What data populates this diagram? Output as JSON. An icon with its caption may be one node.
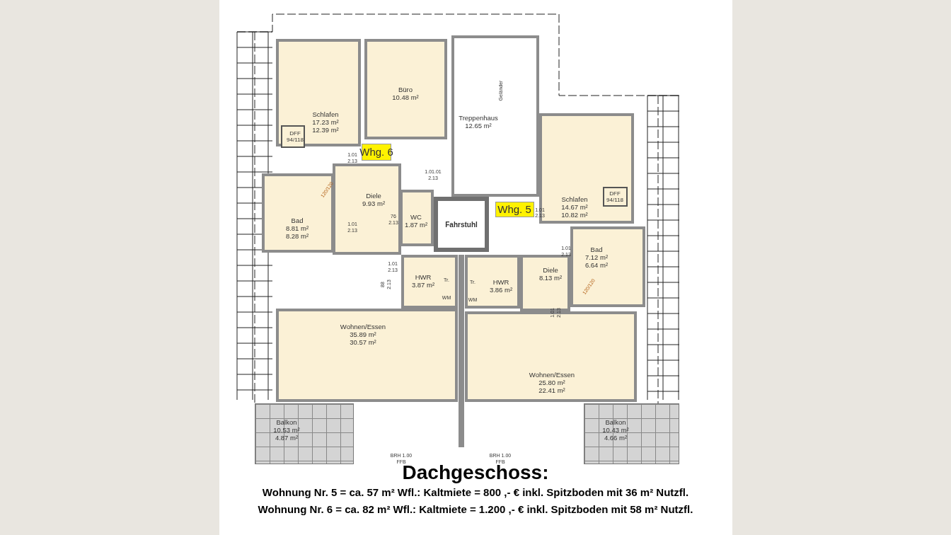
{
  "diagram": {
    "title": "Dachgeschoss:",
    "nodes": [
      {
        "text": [
          "Schlafen",
          "17.23 m²",
          "12.39 m²"
        ]
      },
      {
        "text": [
          "DFF 94/118"
        ],
        "in": 0
      },
      {
        "text": [
          "Büro",
          "10.48 m²"
        ]
      },
      {
        "text": [
          "Treppenhaus",
          "12.65 m²"
        ]
      },
      {
        "text": [
          "Whg. 6"
        ]
      },
      {
        "text": [
          "Diele",
          "9.93 m²"
        ]
      },
      {
        "text": [
          "Bad",
          "8.81 m²",
          "8.28 m²"
        ]
      },
      {
        "text": [
          "WC",
          "1.87 m²"
        ]
      },
      {
        "text": [
          "Fahrstuhl"
        ]
      },
      {
        "text": [
          "Whg. 5"
        ]
      },
      {
        "text": [
          "Schlafen",
          "14.67 m²",
          "10.82 m²"
        ]
      },
      {
        "text": [
          "DFF 94/118"
        ],
        "in": 10
      },
      {
        "text": [
          "Bad",
          "7.12 m²",
          "6.64 m²"
        ]
      },
      {
        "text": [
          "HWR",
          "3.87 m²"
        ]
      },
      {
        "text": [
          "Diele",
          "8.13 m²"
        ]
      },
      {
        "text": [
          "HWR",
          "3.86 m²"
        ]
      },
      {
        "text": [
          "Wohnen/Essen",
          "35.89 m²",
          "30.57 m²"
        ]
      },
      {
        "text": [
          "Wohnen/Essen",
          "25.80 m²",
          "22.41 m²"
        ]
      },
      {
        "text": [
          "Balkon",
          "10.53 m²",
          "4.87 m²"
        ]
      },
      {
        "text": [
          "Balkon",
          "10.43 m²",
          "4.66 m²"
        ]
      }
    ],
    "edges": [],
    "labels": [
      "Geländer",
      "1.01",
      "2.13",
      "1.01.01",
      "2.13",
      "1.01",
      "2.13",
      "76",
      "2.13",
      "120/120",
      "1.01",
      "2.13",
      "88",
      "2.13",
      "1.01",
      "2.13",
      "1.01",
      "2.13",
      "Tr.",
      "WM",
      "Tr.",
      "WM",
      "120/120",
      "1.01",
      "2.13",
      "BRH 1.00",
      "FFB",
      "BRH 1.00",
      "FFB",
      "Wohnung Nr. 5 = ca. 57 m² Wfl.: Kaltmiete = 800 ,- € inkl. Spitzboden mit 36 m² Nutzfl.",
      "Wohnung Nr. 6 = ca. 82 m² Wfl.: Kaltmiete = 1.200 ,- € inkl. Spitzboden mit 58 m² Nutzfl."
    ]
  }
}
